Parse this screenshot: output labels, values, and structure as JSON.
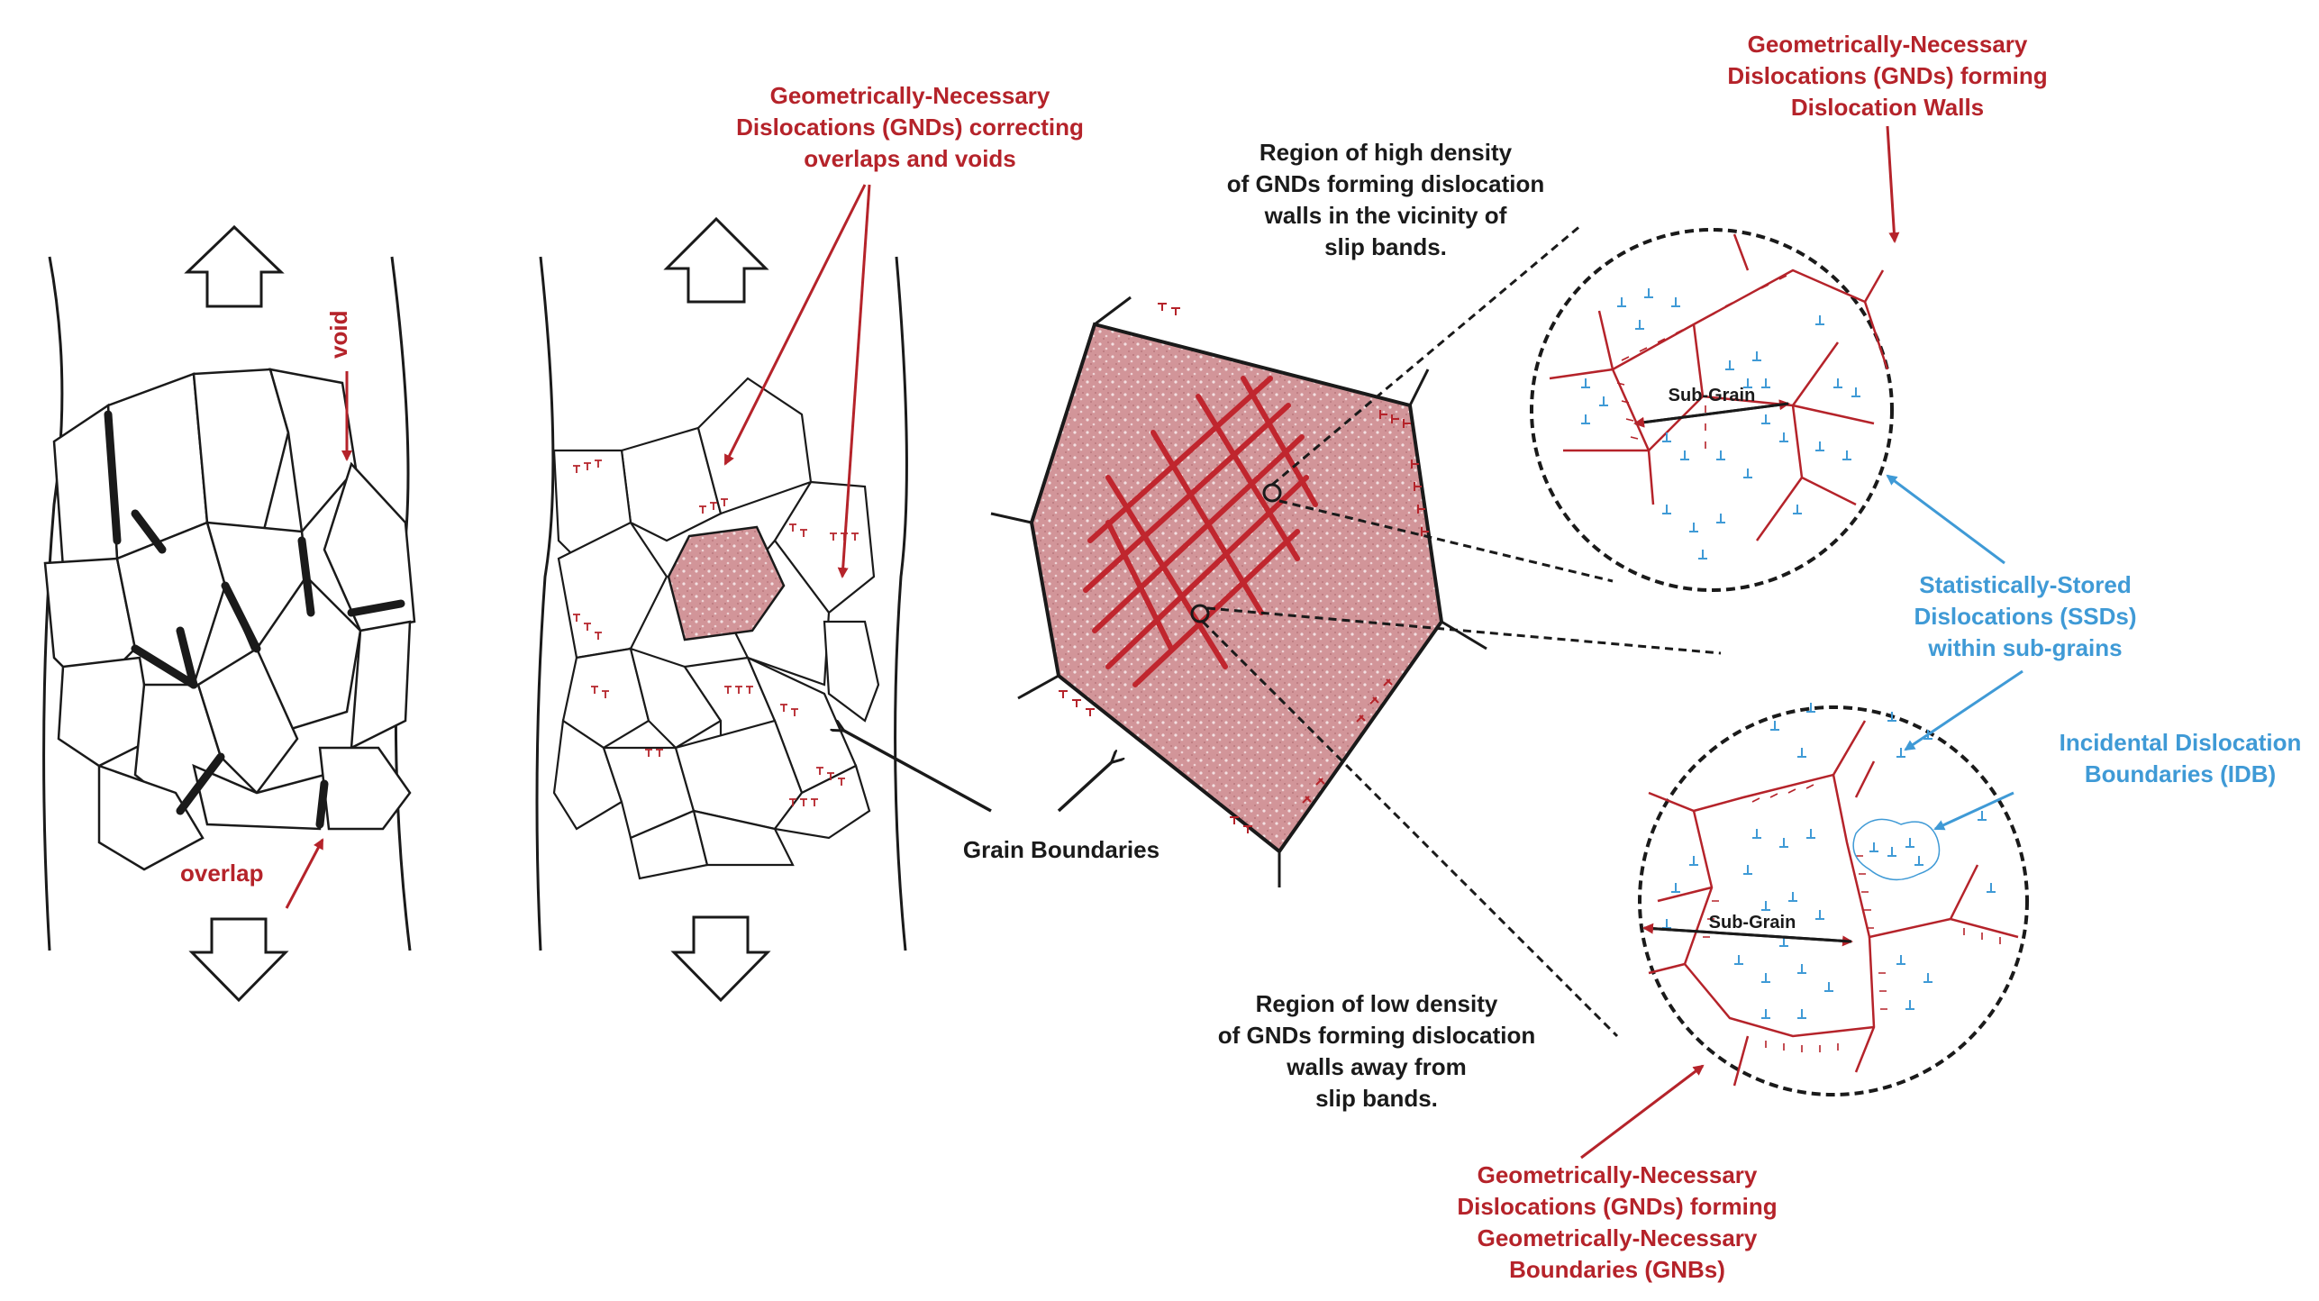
{
  "labels": {
    "void": "void",
    "overlap": "overlap",
    "gnd_correcting": [
      "Geometrically-Necessary",
      "Dislocations (GNDs) correcting",
      "overlaps and voids"
    ],
    "grain_boundaries": "Grain Boundaries",
    "high_density_region": [
      "Region of high density",
      "of GNDs forming dislocation",
      "walls in the vicinity of",
      "slip bands."
    ],
    "low_density_region": [
      "Region of low density",
      "of GNDs forming dislocation",
      "walls away from",
      "slip bands."
    ],
    "gnd_walls": [
      "Geometrically-Necessary",
      "Dislocations (GNDs) forming",
      "Dislocation Walls"
    ],
    "ssd": [
      "Statistically-Stored",
      "Dislocations (SSDs)",
      "within sub-grains"
    ],
    "idb": [
      "Incidental Dislocation",
      "Boundaries (IDB)"
    ],
    "gnb": [
      "Geometrically-Necessary",
      "Dislocations (GNDs) forming",
      "Geometrically-Necessary",
      "Boundaries (GNBs)"
    ],
    "sub_grain_top": "Sub-Grain",
    "sub_grain_bottom": "Sub-Grain"
  },
  "colors": {
    "gnd_red": "#b5232a",
    "ssd_blue": "#3f9ad6",
    "ink": "#1a1a1a",
    "grain_fill": "#d49a9e"
  },
  "icons": [
    "up-arrow-icon",
    "down-arrow-icon",
    "dislocation-symbol-icon"
  ]
}
